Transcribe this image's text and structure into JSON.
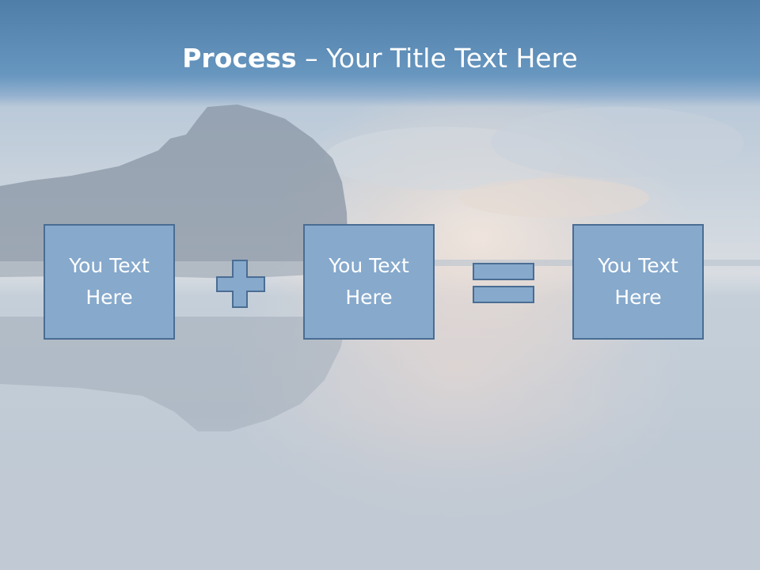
{
  "slide": {
    "title_bold": "Process",
    "title_rest": " – Your Title Text Here"
  },
  "process": {
    "boxes": [
      {
        "text": "You Text Here"
      },
      {
        "text": "You Text Here"
      },
      {
        "text": "You Text Here"
      }
    ],
    "operators": [
      "plus-icon",
      "equals-icon"
    ]
  },
  "colors": {
    "title_bar": "#5b8ab7",
    "box_fill": "#86a9cc",
    "box_border": "#4a6d93",
    "text": "#ffffff"
  }
}
